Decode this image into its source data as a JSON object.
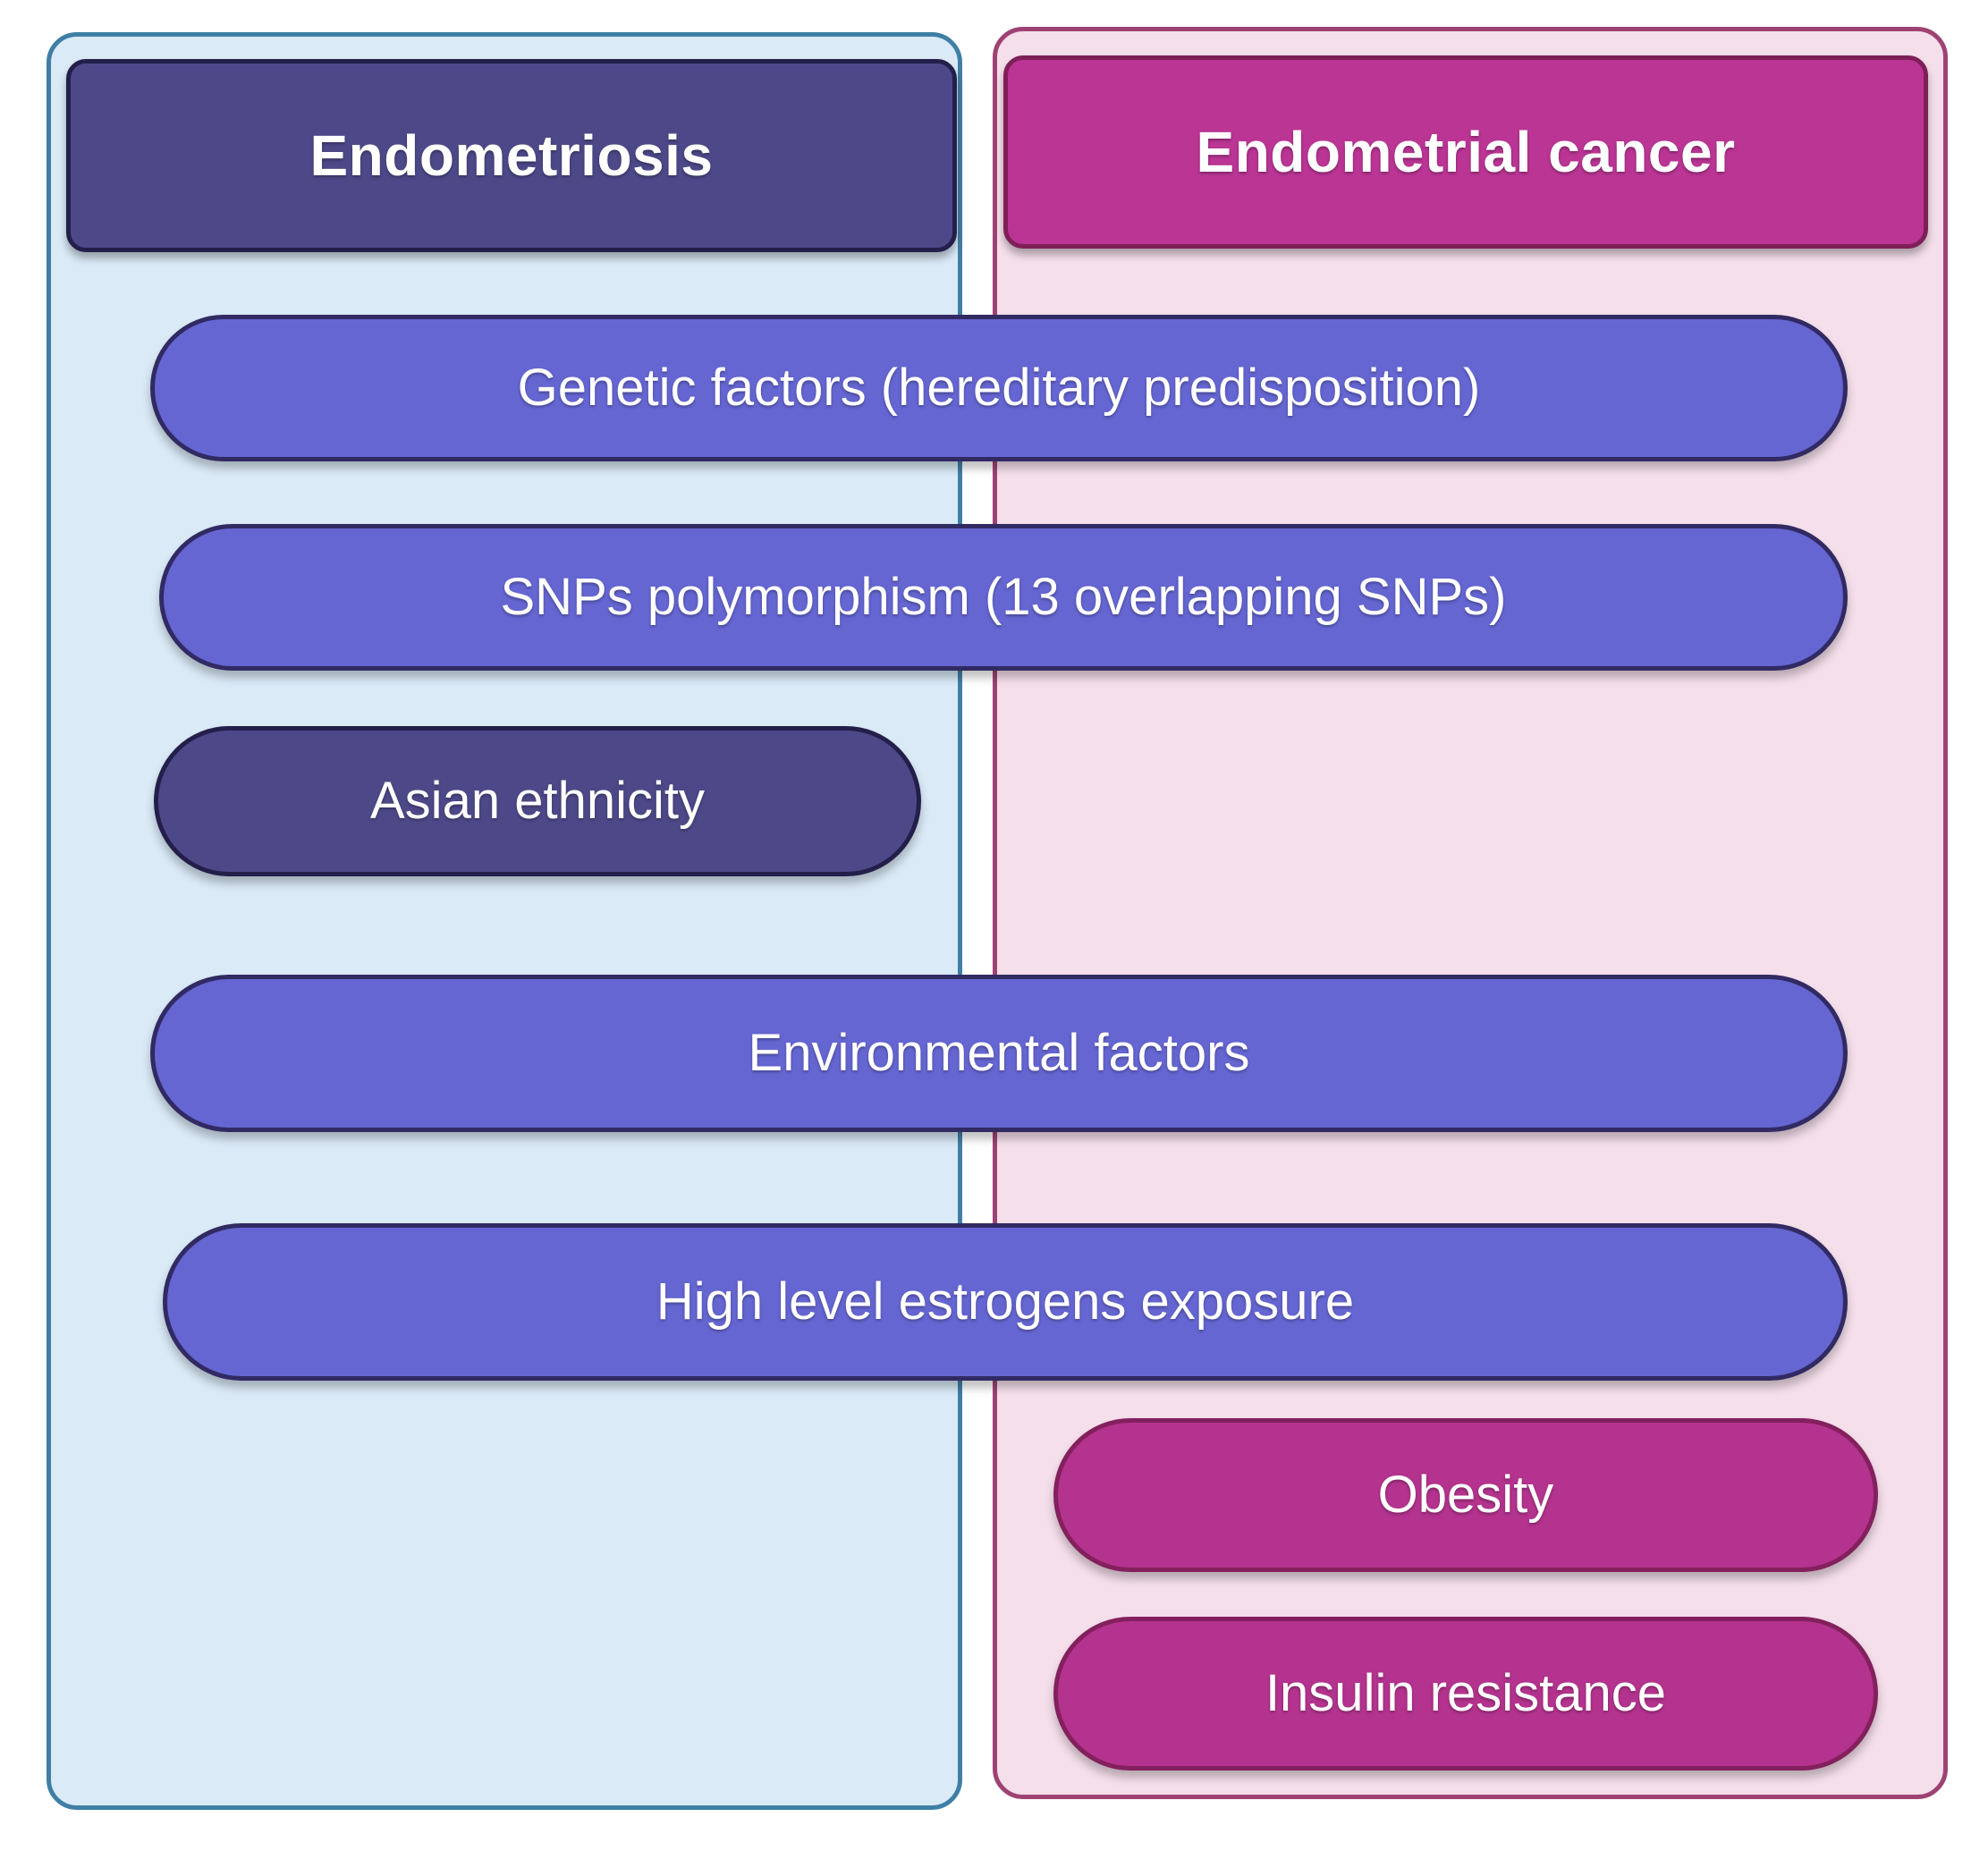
{
  "diagram": {
    "type": "two-column-comparison",
    "columns": [
      {
        "id": "endometriosis",
        "title": "Endometriosis",
        "panel_fill": "#daeaf7",
        "panel_border": "#3f7fa6",
        "header_fill": "#4d4989",
        "header_border": "#241f4a"
      },
      {
        "id": "endometrial-cancer",
        "title": "Endometrial cancer",
        "panel_fill": "#f5dfeb",
        "panel_border": "#9e4273",
        "header_fill": "#bb3595",
        "header_border": "#7e2057"
      }
    ],
    "items": [
      {
        "id": "genetic-factors",
        "label": "Genetic factors (hereditary predisposition)",
        "scope": "shared",
        "fill": "#6566d2",
        "border": "#312a63"
      },
      {
        "id": "snps-polymorphism",
        "label": "SNPs polymorphism (13 overlapping SNPs)",
        "scope": "shared",
        "fill": "#6566d2",
        "border": "#312a63"
      },
      {
        "id": "asian-ethnicity",
        "label": "Asian ethnicity",
        "scope": "endometriosis-only",
        "fill": "#4d4989",
        "border": "#241f4a"
      },
      {
        "id": "environmental-factors",
        "label": "Environmental factors",
        "scope": "shared",
        "fill": "#6566d2",
        "border": "#312a63"
      },
      {
        "id": "high-level-estrogens-exposure",
        "label": "High level estrogens exposure",
        "scope": "shared",
        "fill": "#6566d2",
        "border": "#312a63"
      },
      {
        "id": "obesity",
        "label": "Obesity",
        "scope": "endometrial-cancer-only",
        "fill": "#b4338e",
        "border": "#83205d"
      },
      {
        "id": "insulin-resistance",
        "label": "Insulin resistance",
        "scope": "endometrial-cancer-only",
        "fill": "#b4338e",
        "border": "#83205d"
      }
    ]
  }
}
